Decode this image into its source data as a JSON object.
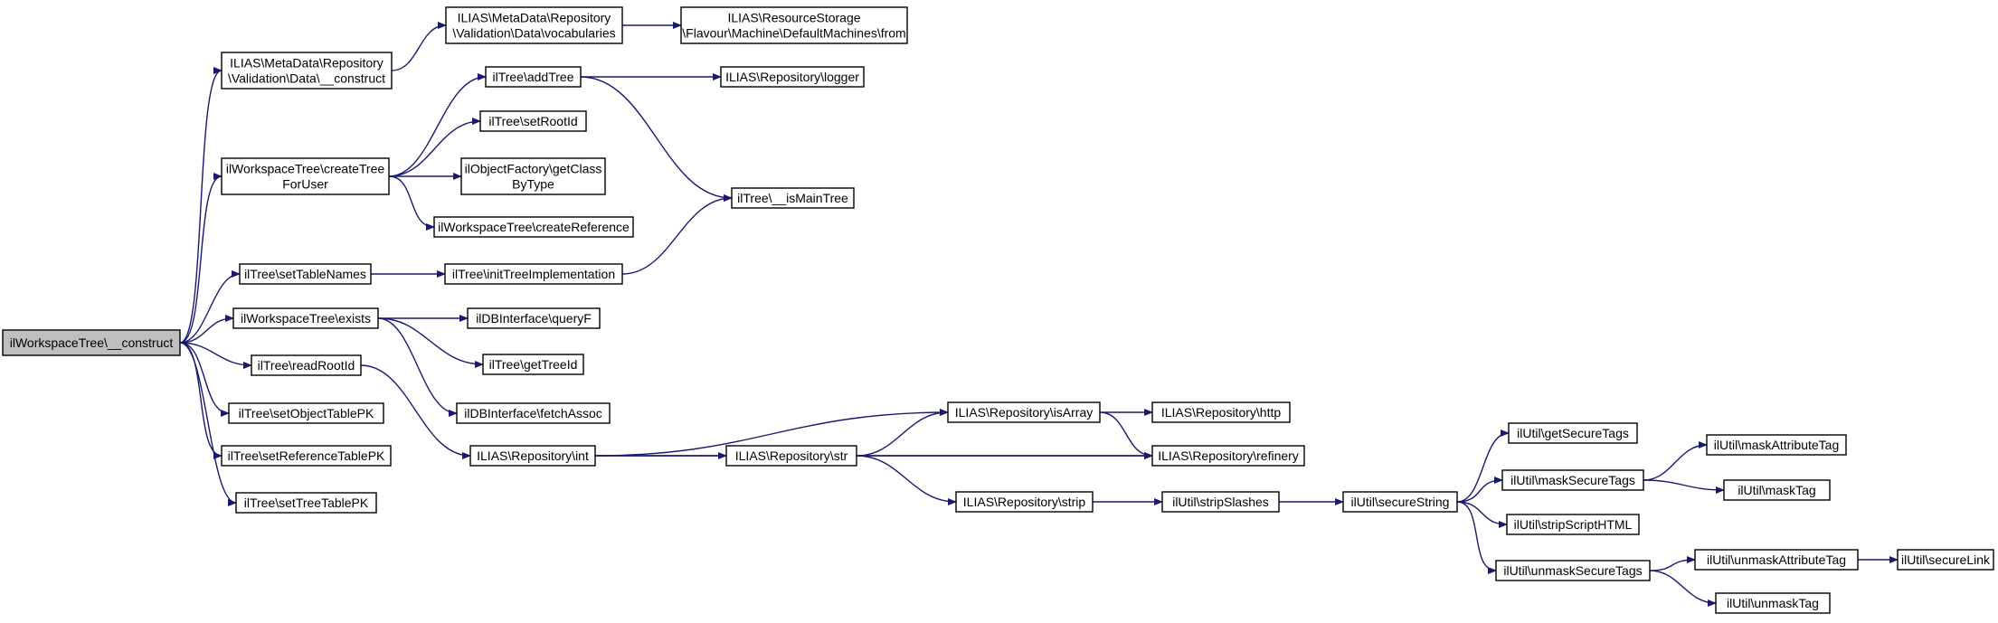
{
  "colors": {
    "edge": "#191970",
    "node_border": "#000000",
    "node_fill": "#ffffff",
    "root_fill": "#bfbfbf"
  },
  "nodes": [
    {
      "id": "root",
      "lines": [
        "ilWorkspaceTree\\__construct"
      ],
      "root": true
    },
    {
      "id": "mdConstruct",
      "lines": [
        "ILIAS\\MetaData\\Repository",
        "\\Validation\\Data\\__construct"
      ]
    },
    {
      "id": "mdVocab",
      "lines": [
        "ILIAS\\MetaData\\Repository",
        "\\Validation\\Data\\vocabularies"
      ]
    },
    {
      "id": "defaultMachines",
      "lines": [
        "ILIAS\\ResourceStorage",
        "\\Flavour\\Machine\\DefaultMachines\\from"
      ]
    },
    {
      "id": "addTree",
      "lines": [
        "ilTree\\addTree"
      ]
    },
    {
      "id": "logger",
      "lines": [
        "ILIAS\\Repository\\logger"
      ]
    },
    {
      "id": "setRootId",
      "lines": [
        "ilTree\\setRootId"
      ]
    },
    {
      "id": "createTree",
      "lines": [
        "ilWorkspaceTree\\createTree",
        "ForUser"
      ]
    },
    {
      "id": "getClass",
      "lines": [
        "ilObjectFactory\\getClass",
        "ByType"
      ]
    },
    {
      "id": "isMainTree",
      "lines": [
        "ilTree\\__isMainTree"
      ]
    },
    {
      "id": "createRef",
      "lines": [
        "ilWorkspaceTree\\createReference"
      ]
    },
    {
      "id": "setTableNames",
      "lines": [
        "ilTree\\setTableNames"
      ]
    },
    {
      "id": "initTreeImpl",
      "lines": [
        "ilTree\\initTreeImplementation"
      ]
    },
    {
      "id": "exists",
      "lines": [
        "ilWorkspaceTree\\exists"
      ]
    },
    {
      "id": "queryF",
      "lines": [
        "ilDBInterface\\queryF"
      ]
    },
    {
      "id": "getTreeId",
      "lines": [
        "ilTree\\getTreeId"
      ]
    },
    {
      "id": "readRootId",
      "lines": [
        "ilTree\\readRootId"
      ]
    },
    {
      "id": "fetchAssoc",
      "lines": [
        "ilDBInterface\\fetchAssoc"
      ]
    },
    {
      "id": "setObjectTablePK",
      "lines": [
        "ilTree\\setObjectTablePK"
      ]
    },
    {
      "id": "setReferenceTablePK",
      "lines": [
        "ilTree\\setReferenceTablePK"
      ]
    },
    {
      "id": "setTreeTablePK",
      "lines": [
        "ilTree\\setTreeTablePK"
      ]
    },
    {
      "id": "repoInt",
      "lines": [
        "ILIAS\\Repository\\int"
      ]
    },
    {
      "id": "repoStr",
      "lines": [
        "ILIAS\\Repository\\str"
      ]
    },
    {
      "id": "repoIsArray",
      "lines": [
        "ILIAS\\Repository\\isArray"
      ]
    },
    {
      "id": "repoHttp",
      "lines": [
        "ILIAS\\Repository\\http"
      ]
    },
    {
      "id": "repoRefinery",
      "lines": [
        "ILIAS\\Repository\\refinery"
      ]
    },
    {
      "id": "repoStrip",
      "lines": [
        "ILIAS\\Repository\\strip"
      ]
    },
    {
      "id": "stripSlashes",
      "lines": [
        "ilUtil\\stripSlashes"
      ]
    },
    {
      "id": "secureString",
      "lines": [
        "ilUtil\\secureString"
      ]
    },
    {
      "id": "getSecureTags",
      "lines": [
        "ilUtil\\getSecureTags"
      ]
    },
    {
      "id": "maskSecureTags",
      "lines": [
        "ilUtil\\maskSecureTags"
      ]
    },
    {
      "id": "stripScriptHTML",
      "lines": [
        "ilUtil\\stripScriptHTML"
      ]
    },
    {
      "id": "unmaskSecureTags",
      "lines": [
        "ilUtil\\unmaskSecureTags"
      ]
    },
    {
      "id": "maskAttributeTag",
      "lines": [
        "ilUtil\\maskAttributeTag"
      ]
    },
    {
      "id": "maskTag",
      "lines": [
        "ilUtil\\maskTag"
      ]
    },
    {
      "id": "unmaskAttributeTag",
      "lines": [
        "ilUtil\\unmaskAttributeTag"
      ]
    },
    {
      "id": "secureLink",
      "lines": [
        "ilUtil\\secureLink"
      ]
    },
    {
      "id": "unmaskTag",
      "lines": [
        "ilUtil\\unmaskTag"
      ]
    }
  ],
  "edges": [
    [
      "root",
      "mdConstruct"
    ],
    [
      "mdConstruct",
      "mdVocab"
    ],
    [
      "mdVocab",
      "defaultMachines"
    ],
    [
      "root",
      "createTree"
    ],
    [
      "createTree",
      "addTree"
    ],
    [
      "addTree",
      "logger"
    ],
    [
      "addTree",
      "isMainTree"
    ],
    [
      "createTree",
      "setRootId"
    ],
    [
      "createTree",
      "getClass"
    ],
    [
      "createTree",
      "createRef"
    ],
    [
      "root",
      "setTableNames"
    ],
    [
      "setTableNames",
      "initTreeImpl"
    ],
    [
      "initTreeImpl",
      "isMainTree"
    ],
    [
      "root",
      "exists"
    ],
    [
      "exists",
      "queryF"
    ],
    [
      "exists",
      "getTreeId"
    ],
    [
      "exists",
      "fetchAssoc"
    ],
    [
      "root",
      "readRootId"
    ],
    [
      "readRootId",
      "repoInt"
    ],
    [
      "root",
      "setObjectTablePK"
    ],
    [
      "root",
      "setReferenceTablePK"
    ],
    [
      "root",
      "setTreeTablePK"
    ],
    [
      "repoInt",
      "repoIsArray"
    ],
    [
      "repoInt",
      "repoStr"
    ],
    [
      "repoInt",
      "repoRefinery"
    ],
    [
      "repoStr",
      "repoIsArray"
    ],
    [
      "repoStr",
      "repoRefinery"
    ],
    [
      "repoStr",
      "repoStrip"
    ],
    [
      "repoIsArray",
      "repoHttp"
    ],
    [
      "repoIsArray",
      "repoRefinery"
    ],
    [
      "repoStrip",
      "stripSlashes"
    ],
    [
      "stripSlashes",
      "secureString"
    ],
    [
      "secureString",
      "getSecureTags"
    ],
    [
      "secureString",
      "maskSecureTags"
    ],
    [
      "secureString",
      "stripScriptHTML"
    ],
    [
      "secureString",
      "unmaskSecureTags"
    ],
    [
      "maskSecureTags",
      "maskAttributeTag"
    ],
    [
      "maskSecureTags",
      "maskTag"
    ],
    [
      "unmaskSecureTags",
      "unmaskAttributeTag"
    ],
    [
      "unmaskSecureTags",
      "unmaskTag"
    ],
    [
      "unmaskAttributeTag",
      "secureLink"
    ]
  ]
}
